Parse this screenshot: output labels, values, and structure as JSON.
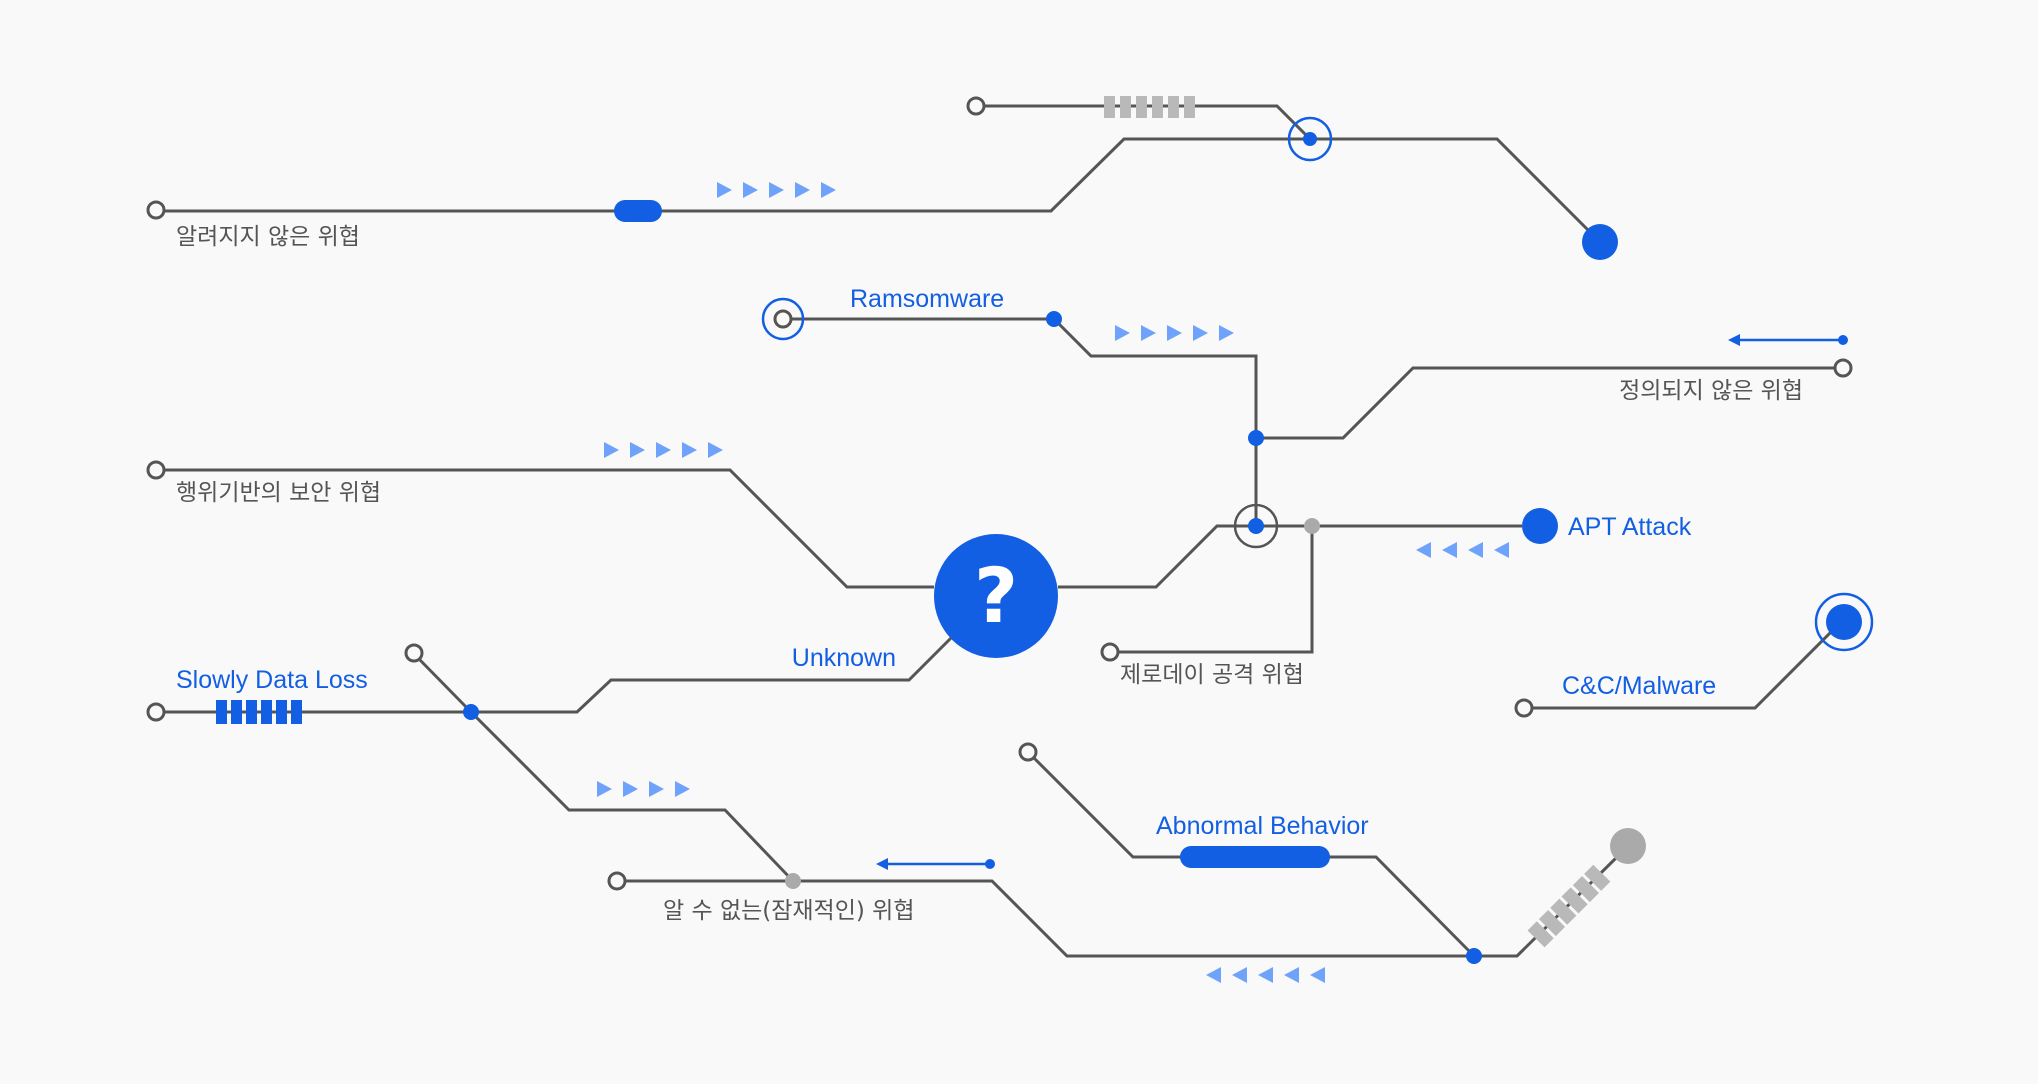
{
  "diagram": {
    "colors": {
      "background": "#f9f9f9",
      "wire": "#555555",
      "accent_blue": "#125fe3",
      "arrow_blue": "#6fa3fb",
      "gray_marker": "#b5b5b5"
    },
    "center_node": {
      "icon": "question-mark-icon",
      "glyph": "?"
    },
    "threat_labels": {
      "unknown_threat": "알려지지 않은 위협",
      "undefined_threat": "정의되지 않은 위협",
      "behavior_based_threat": "행위기반의 보안 위협",
      "zero_day_threat": "제로데이 공격 위협",
      "potential_threat": "알 수 없는(잠재적인) 위협"
    },
    "attack_labels": {
      "ransomware": "Ramsomware",
      "apt": "APT Attack",
      "cnc_malware": "C&C/Malware",
      "slowly_data_loss": "Slowly Data Loss",
      "unknown": "Unknown",
      "abnormal_behavior": "Abnormal Behavior"
    }
  }
}
